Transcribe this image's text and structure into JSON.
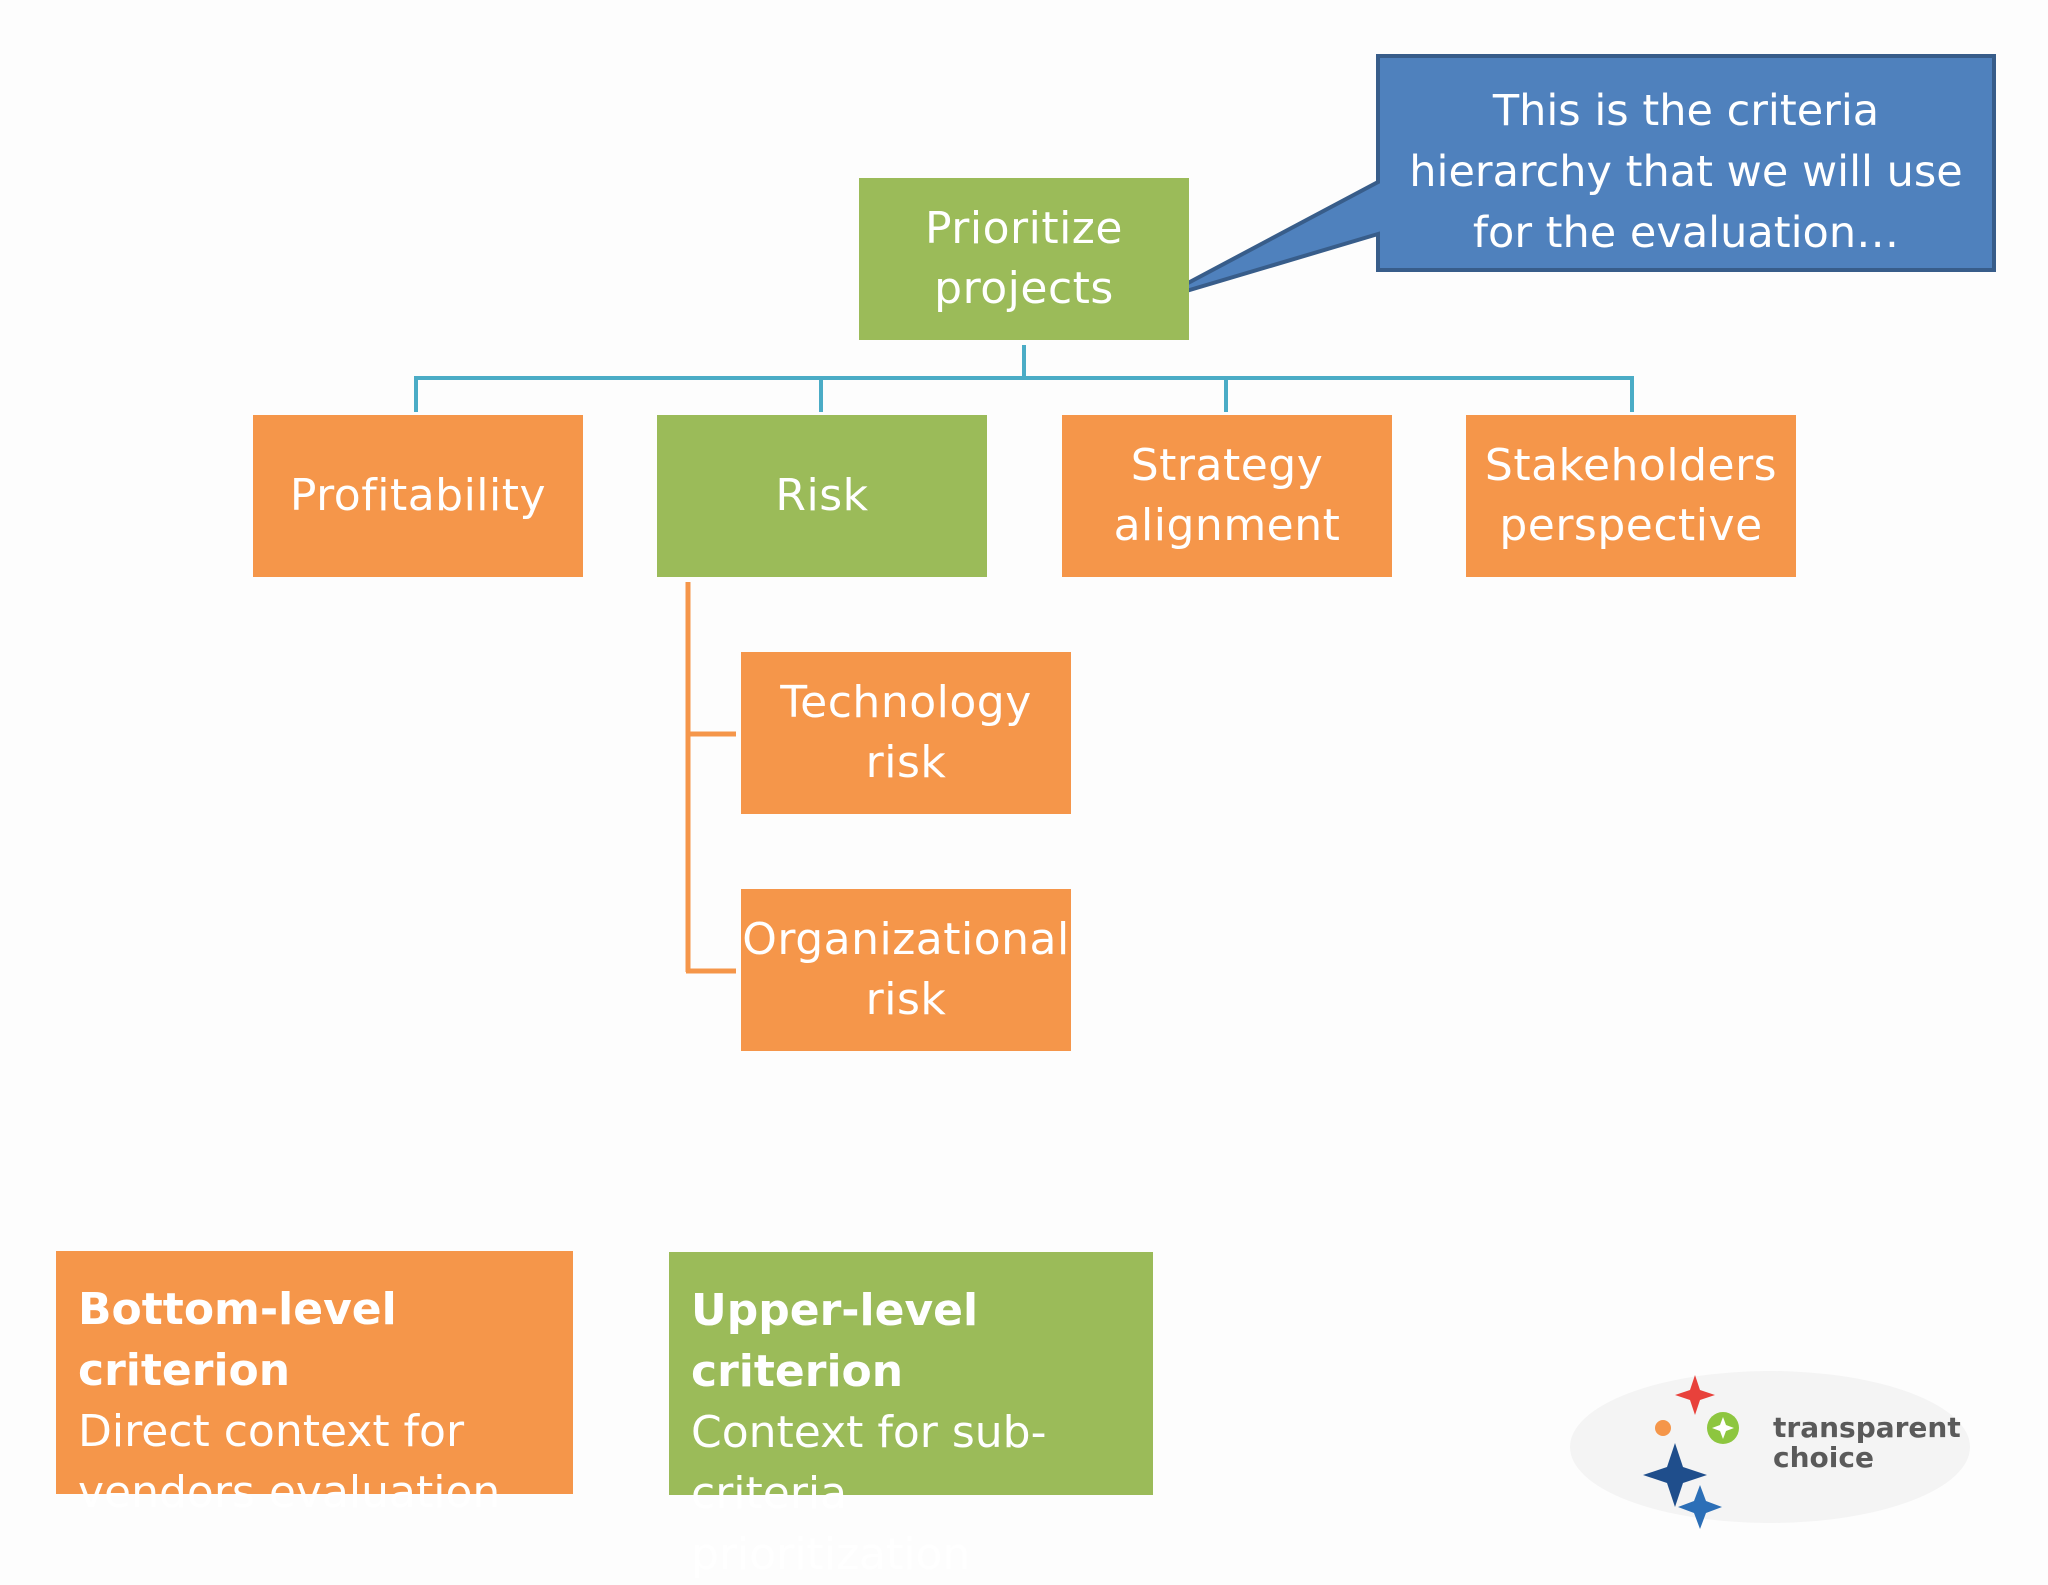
{
  "callout": {
    "text": "This is the criteria\nhierarchy that we will use\nfor the evaluation…"
  },
  "hierarchy": {
    "root": "Prioritize\nprojects",
    "criteria": [
      {
        "label": "Profitability",
        "level": "bottom"
      },
      {
        "label": "Risk",
        "level": "upper"
      },
      {
        "label": "Strategy\nalignment",
        "level": "bottom"
      },
      {
        "label": "Stakeholders\nperspective",
        "level": "bottom"
      }
    ],
    "risk_subcriteria": [
      {
        "label": "Technology\nrisk",
        "level": "bottom"
      },
      {
        "label": "Organizational\nrisk",
        "level": "bottom"
      }
    ]
  },
  "legend": {
    "bottom_level": {
      "title": "Bottom-level criterion",
      "desc": "Direct context for\nvendors evaluation"
    },
    "upper_level": {
      "title": "Upper-level criterion",
      "desc": "Context for sub-\ncriteria prioritization"
    }
  },
  "logo": {
    "text": "transparent\nchoice"
  },
  "colors": {
    "bottom_level": "#f5964a",
    "upper_level": "#9bbb59",
    "connector_main": "#4bacc6",
    "connector_sub": "#f5964a",
    "callout_fill": "#4f81bd",
    "callout_border": "#385d8a"
  }
}
